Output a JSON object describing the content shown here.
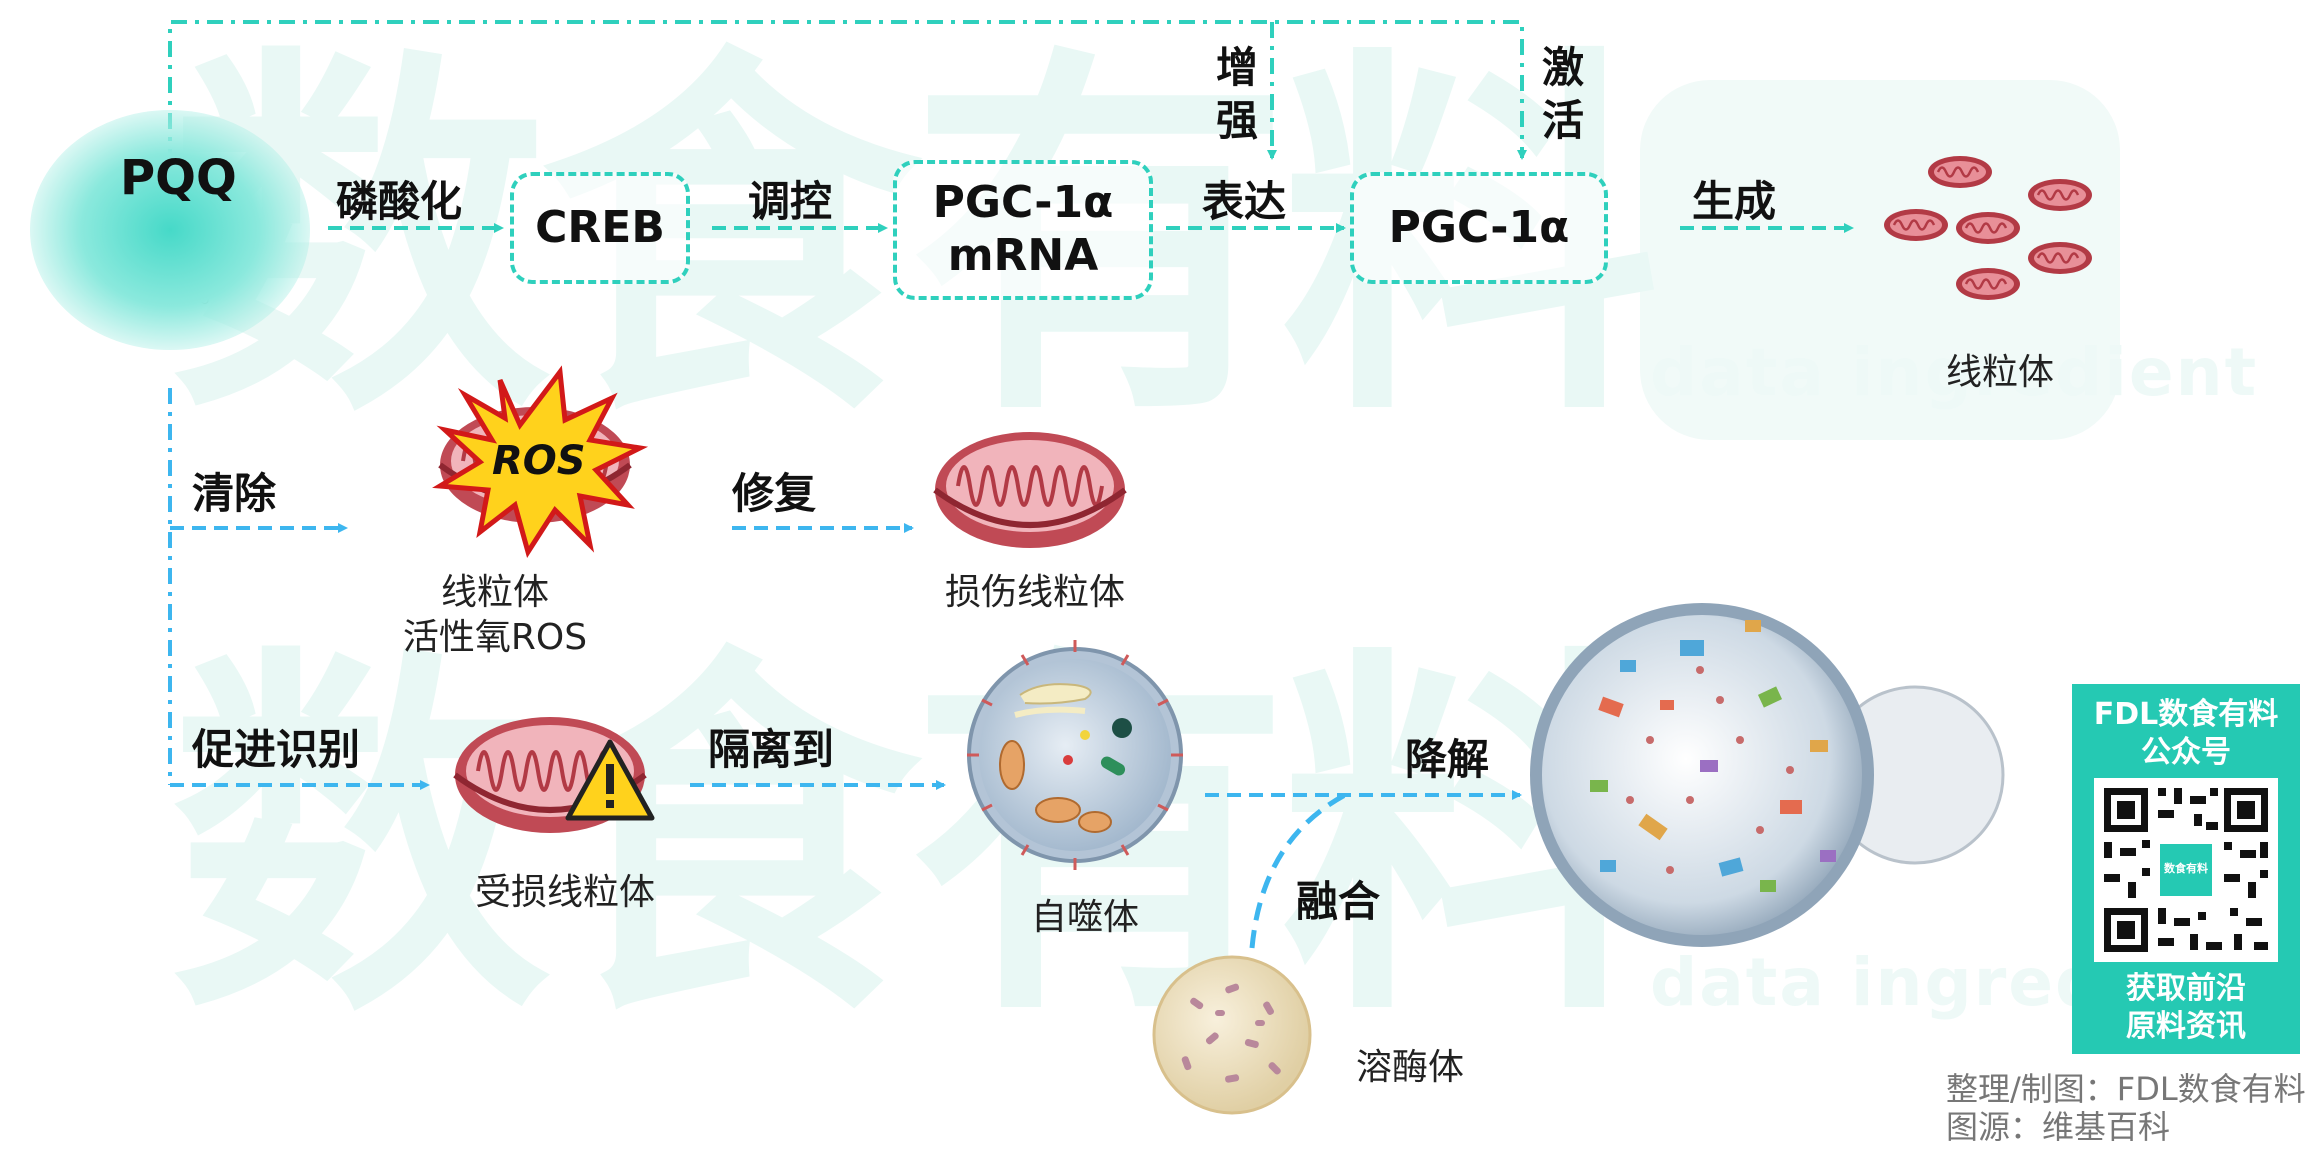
{
  "pqq": {
    "title": "PQQ"
  },
  "boxes": {
    "creb": "CREB",
    "pgc_mrna": "PGC-1α\nmRNA",
    "pgc": "PGC-1α"
  },
  "labels": {
    "phosphorylation": "磷酸化",
    "regulate": "调控",
    "express": "表达",
    "generate": "生成",
    "enhance": "增\n强",
    "activate": "激\n活",
    "clear": "清除",
    "repair": "修复",
    "promote_recognition": "促进识别",
    "isolate_to": "隔离到",
    "degrade": "降解",
    "fuse": "融合",
    "ros_badge": "ROS"
  },
  "captions": {
    "mitochondria": "线粒体",
    "mito_ros": "线粒体\n活性氧ROS",
    "damaged_mito_repair": "损伤线粒体",
    "damaged_mito": "受损线粒体",
    "autophagosome": "自噬体",
    "lysosome": "溶酶体"
  },
  "watermark": {
    "chinese": "数食有料",
    "english": "data ingredient"
  },
  "qr_panel": {
    "top": "FDL数食有料\n公众号",
    "bottom": "获取前沿\n原料资讯",
    "qr_center": "数食有料"
  },
  "credits": {
    "line1": "整理/制图：FDL数食有料",
    "line2": "图源：维基百科"
  },
  "colors": {
    "teal": "#2fd0bd",
    "blue": "#3db6ef",
    "mito_outer": "#b23a45",
    "mito_inner": "#e88f98",
    "warning": "#ffd21c"
  }
}
